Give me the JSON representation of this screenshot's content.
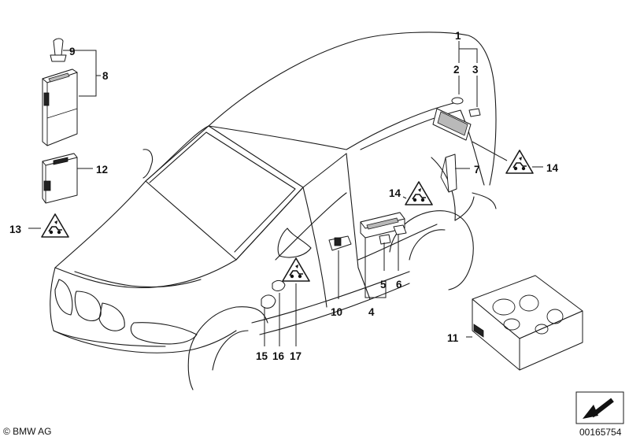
{
  "callouts": {
    "c1": "1",
    "c2": "2",
    "c3": "3",
    "c4": "4",
    "c5": "5",
    "c6": "6",
    "c7": "7",
    "c8": "8",
    "c9": "9",
    "c10": "10",
    "c11": "11",
    "c12": "12",
    "c13": "13",
    "c14a": "14",
    "c14b": "14",
    "c15": "15",
    "c16": "16",
    "c17": "17"
  },
  "footer": {
    "copyright": "© BMW AG",
    "diagram_number": "00165754"
  },
  "icons": {
    "warning": "warning-triangle-icon",
    "nav": "arrow-nav-icon"
  }
}
